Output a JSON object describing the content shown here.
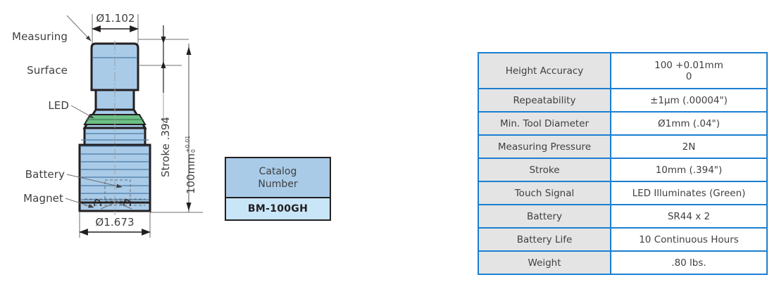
{
  "drawing": {
    "callouts": [
      {
        "name": "measuring-surface",
        "line1": "Measuring",
        "line2": "Surface"
      },
      {
        "name": "led",
        "text": "LED"
      },
      {
        "name": "battery",
        "text": "Battery"
      },
      {
        "name": "magnet",
        "text": "Magnet"
      }
    ],
    "dimensions": {
      "top_diameter": "Ø1.102",
      "bottom_diameter": "Ø1.673",
      "stroke": "Stroke .394",
      "height": "100mm",
      "height_tol_upper": "+0.01",
      "height_tol_lower": "0"
    },
    "colors": {
      "body": "#a9cbe8",
      "led": "#6cbf84",
      "outline": "#231f20"
    }
  },
  "catalog": {
    "header_line1": "Catalog",
    "header_line2": "Number",
    "value": "BM-100GH"
  },
  "spec": {
    "border_color": "#1b7fd0",
    "key_bg": "#e4e4e4",
    "rows": [
      {
        "key": "Height Accuracy",
        "value": "100 +0.01mm",
        "value2": "0",
        "tall": true
      },
      {
        "key": "Repeatability",
        "value": "±1µm (.00004\")"
      },
      {
        "key": "Min. Tool Diameter",
        "value": "Ø1mm (.04\")"
      },
      {
        "key": "Measuring Pressure",
        "value": "2N"
      },
      {
        "key": "Stroke",
        "value": "10mm (.394\")"
      },
      {
        "key": "Touch Signal",
        "value": "LED Illuminates (Green)"
      },
      {
        "key": "Battery",
        "value": "SR44 x 2"
      },
      {
        "key": "Battery Life",
        "value": "10 Continuous Hours"
      },
      {
        "key": "Weight",
        "value": ".80 lbs."
      }
    ]
  }
}
